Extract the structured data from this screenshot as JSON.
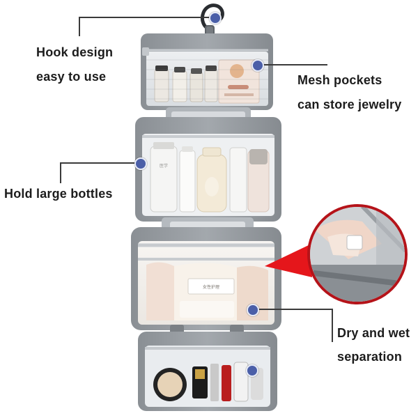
{
  "callouts": {
    "hook": {
      "line1": "Hook design",
      "line2": "easy to use"
    },
    "mesh": {
      "line1": "Mesh pockets",
      "line2": "can store jewelry"
    },
    "bottles": {
      "line1": "Hold large bottles"
    },
    "separation": {
      "line1": "Dry and wet",
      "line2": "separation"
    }
  },
  "products": {
    "bottle_label": "医学",
    "pouch_text": "女性护理"
  },
  "icons": {
    "marker_dot": "blue-dot",
    "pointer": "red-triangle-pointer"
  },
  "colors": {
    "bag_gray": "#8e9398",
    "mesh_light": "#e8ebee",
    "marker_blue": "#4b5fa8",
    "pointer_red": "#e5161b"
  }
}
